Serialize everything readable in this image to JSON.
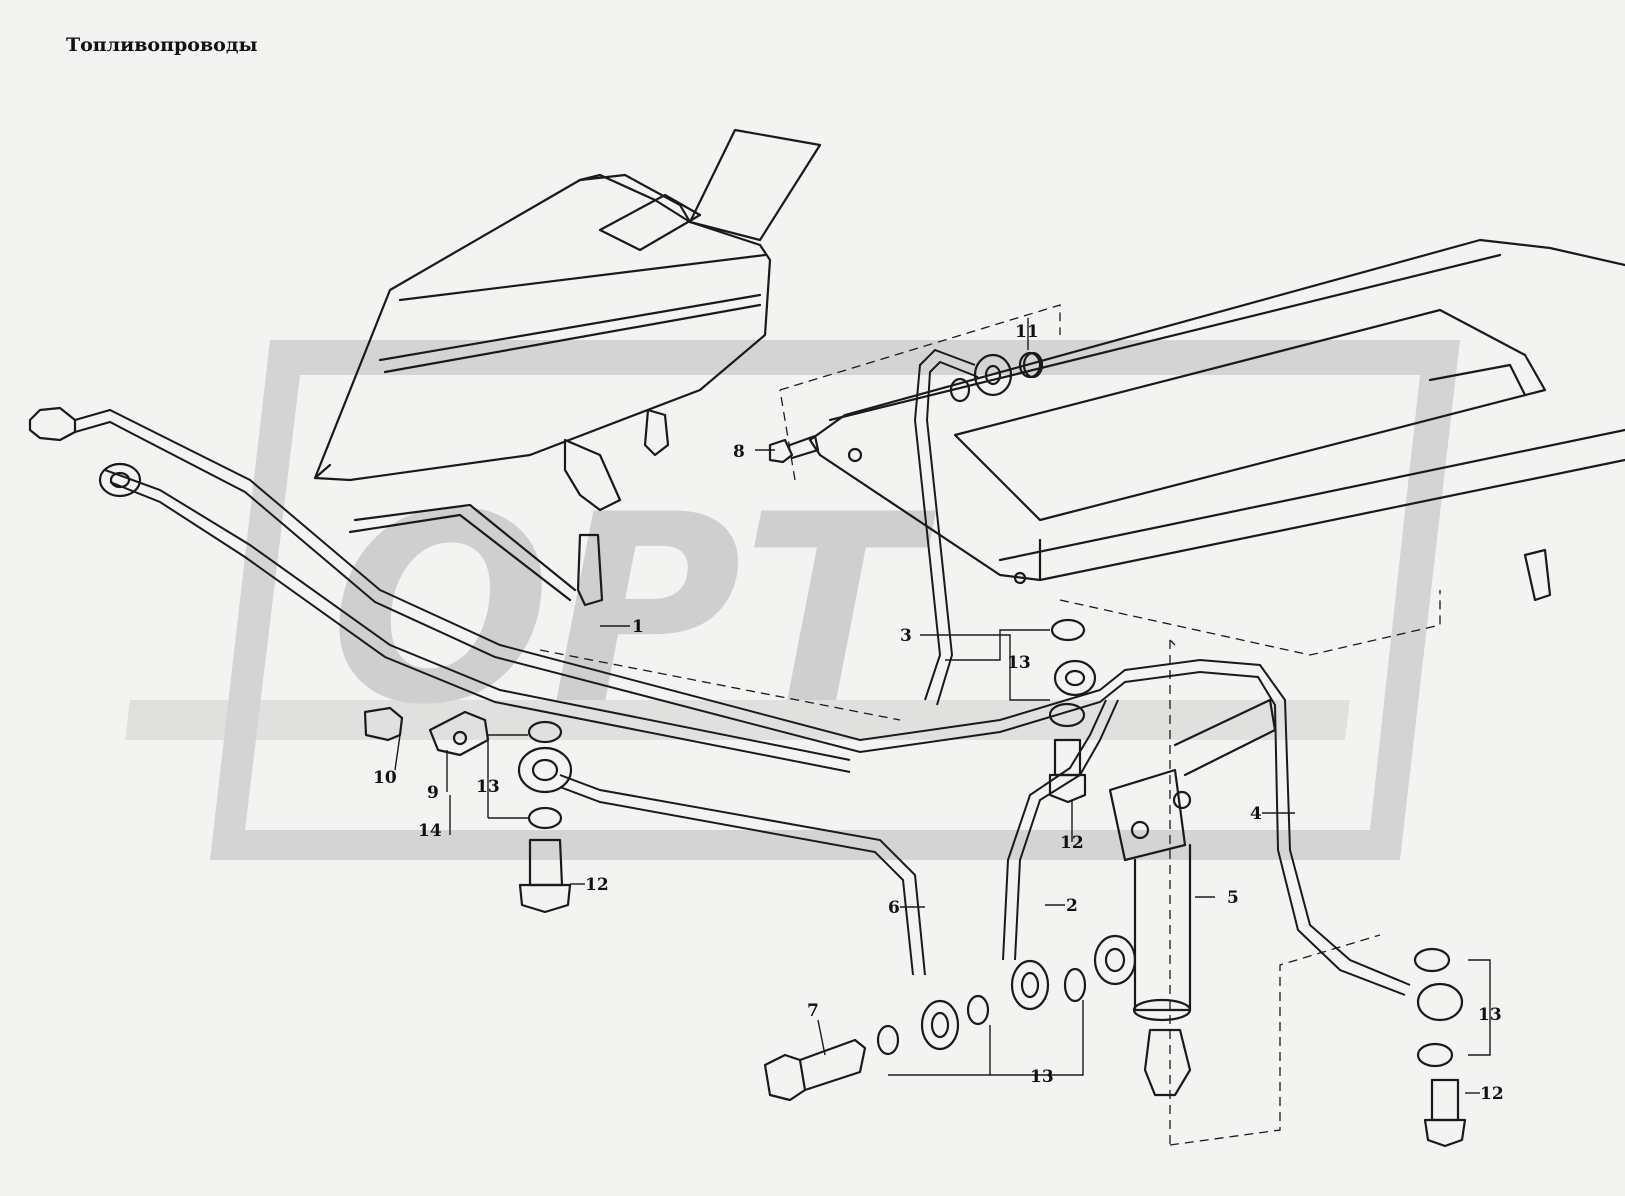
{
  "title": "Топливопроводы",
  "watermark_text": "OPT",
  "colors": {
    "background": "#f3f3f1",
    "line": "#1a1a1a",
    "watermark": "#d4d4d4"
  },
  "callouts": {
    "c1": "1",
    "c2": "2",
    "c3": "3",
    "c4": "4",
    "c5": "5",
    "c6": "6",
    "c7": "7",
    "c8": "8",
    "c9": "9",
    "c10": "10",
    "c11": "11",
    "c12a": "12",
    "c12b": "12",
    "c12c": "12",
    "c13a": "13",
    "c13b": "13",
    "c13c": "13",
    "c13d": "13",
    "c14": "14"
  }
}
